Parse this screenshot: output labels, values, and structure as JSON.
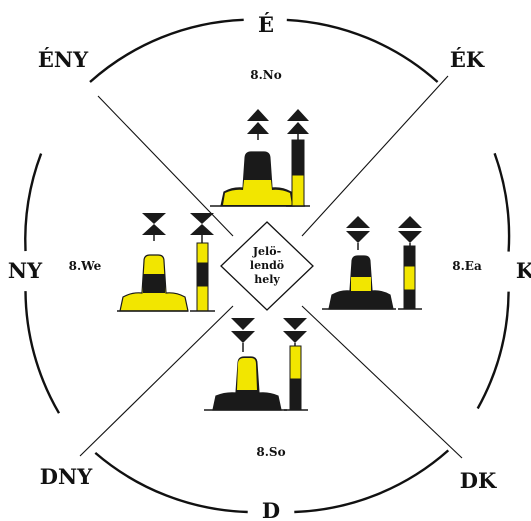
{
  "directions": {
    "n": "É",
    "ne": "ÉK",
    "e": "K",
    "se": "DK",
    "s": "D",
    "sw": "DNY",
    "w": "NY",
    "nw": "ÉNY"
  },
  "sectors": {
    "north": "8.No",
    "east": "8.Ea",
    "south": "8.So",
    "west": "8.We"
  },
  "center": {
    "line1": "Jelö-",
    "line2": "lendö",
    "line3": "hely"
  },
  "colors": {
    "black": "#1a1a1a",
    "yellow": "#f2e600"
  },
  "marks": [
    "north-cardinal-buoy",
    "north-cardinal-pillar",
    "east-cardinal-buoy",
    "east-cardinal-pillar",
    "south-cardinal-buoy",
    "south-cardinal-pillar",
    "west-cardinal-buoy",
    "west-cardinal-pillar"
  ]
}
